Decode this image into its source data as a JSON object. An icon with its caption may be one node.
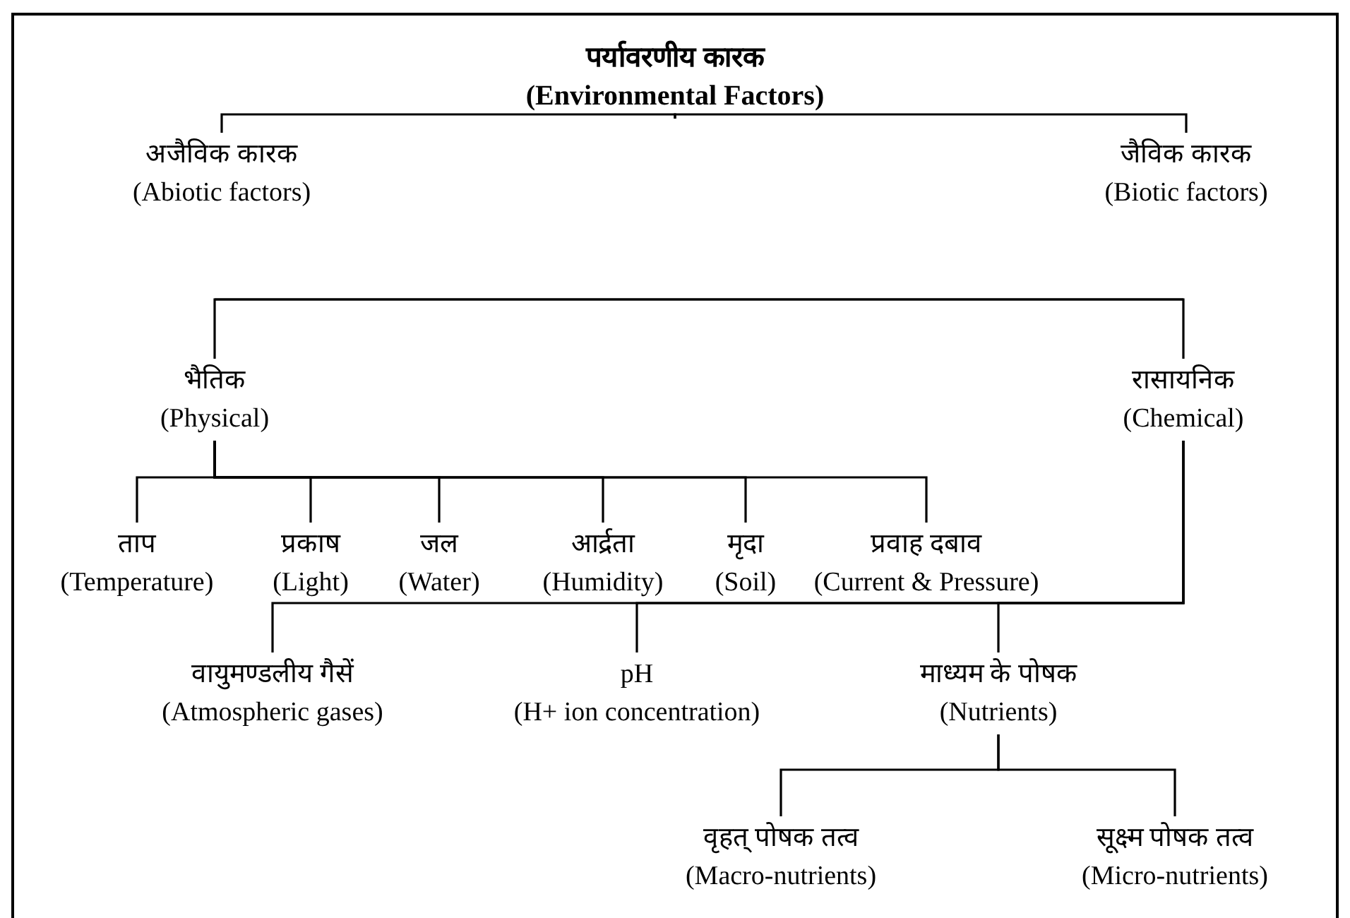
{
  "diagram": {
    "nodes": [
      {
        "text": [
          "पर्यावरणीय कारक",
          "(Environmental Factors)"
        ]
      },
      {
        "text": [
          "अजैविक कारक",
          "(Abiotic factors)"
        ]
      },
      {
        "text": [
          "जैविक कारक",
          "(Biotic factors)"
        ]
      },
      {
        "text": [
          "भैतिक",
          "(Physical)"
        ]
      },
      {
        "text": [
          "रासायनिक",
          "(Chemical)"
        ]
      },
      {
        "text": [
          "ताप",
          "(Temperature)"
        ]
      },
      {
        "text": [
          "प्रकाष",
          "(Light)"
        ]
      },
      {
        "text": [
          "जल",
          "(Water)"
        ]
      },
      {
        "text": [
          "आर्द्रता",
          "(Humidity)"
        ]
      },
      {
        "text": [
          "मृदा",
          "(Soil)"
        ]
      },
      {
        "text": [
          "प्रवाह दबाव",
          "(Current & Pressure)"
        ]
      },
      {
        "text": [
          "वायुमण्डलीय गैसें",
          "(Atmospheric gases)"
        ]
      },
      {
        "text": [
          "pH",
          "(H+ ion concentration)"
        ]
      },
      {
        "text": [
          "माध्यम के पोषक",
          "(Nutrients)"
        ]
      },
      {
        "text": [
          "वृहत् पोषक तत्व",
          "(Macro-nutrients)"
        ]
      },
      {
        "text": [
          "सूक्ष्म पोषक तत्व",
          "(Micro-nutrients)"
        ]
      }
    ],
    "edges": [
      {
        "from": 0,
        "to": 1,
        "arrow": "none"
      },
      {
        "from": 0,
        "to": 2,
        "arrow": "none"
      },
      {
        "from": null,
        "to": 3,
        "arrow": "none"
      },
      {
        "from": null,
        "to": 4,
        "arrow": "none"
      },
      {
        "from": 3,
        "to": 5,
        "arrow": "none"
      },
      {
        "from": 3,
        "to": 6,
        "arrow": "none"
      },
      {
        "from": 3,
        "to": 7,
        "arrow": "none"
      },
      {
        "from": 3,
        "to": 8,
        "arrow": "none"
      },
      {
        "from": 3,
        "to": 9,
        "arrow": "none"
      },
      {
        "from": 3,
        "to": 10,
        "arrow": "none"
      },
      {
        "from": 4,
        "to": 11,
        "arrow": "none"
      },
      {
        "from": 4,
        "to": 12,
        "arrow": "none"
      },
      {
        "from": 4,
        "to": 13,
        "arrow": "none"
      },
      {
        "from": 13,
        "to": 14,
        "arrow": "none"
      },
      {
        "from": 13,
        "to": 15,
        "arrow": "none"
      }
    ]
  }
}
